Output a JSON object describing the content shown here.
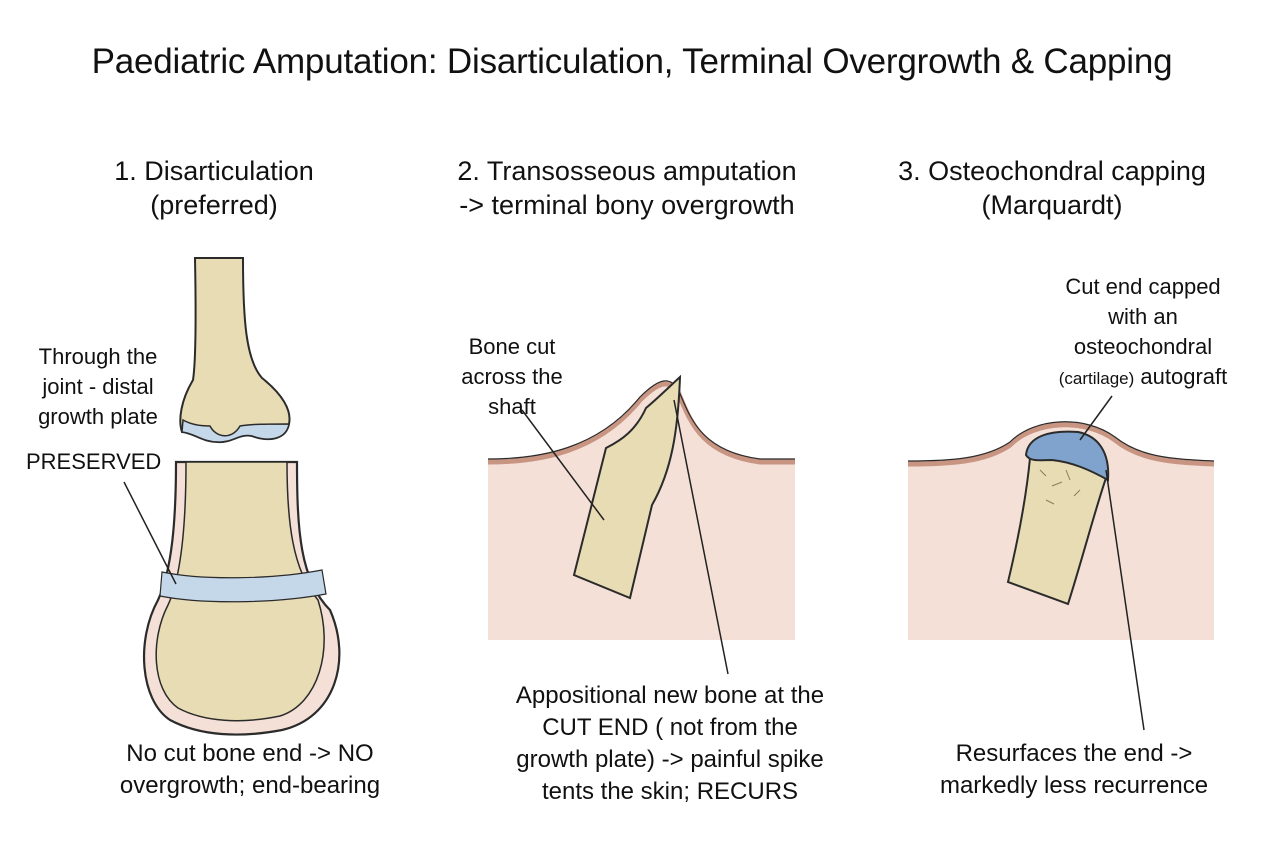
{
  "title": "Paediatric Amputation: Disarticulation, Terminal Overgrowth & Capping",
  "colors": {
    "bone": "#e8dcb5",
    "bone_outline": "#2b2b2b",
    "growth_plate": "#c5d8ea",
    "cartilage_cap": "#7fa3cc",
    "soft_tissue": "#f4e0d7",
    "skin_line": "#c99583"
  },
  "panels": [
    {
      "heading_line1": "1. Disarticulation",
      "heading_line2": "(preferred)",
      "label_lines": [
        "Through the",
        "joint - distal",
        "growth plate"
      ],
      "label_emphasis": "PRESERVED",
      "caption_lines": [
        "No cut bone end -> NO",
        "overgrowth; end-bearing"
      ]
    },
    {
      "heading_line1": "2. Transosseous amputation",
      "heading_line2": "-> terminal bony overgrowth",
      "label_lines": [
        "Bone cut",
        "across the",
        "shaft"
      ],
      "caption_lines": [
        "Appositional new bone at the",
        "CUT END ( not from the",
        "growth plate) -> painful spike",
        "tents the skin; RECURS"
      ]
    },
    {
      "heading_line1": "3. Osteochondral capping",
      "heading_line2": "(Marquardt)",
      "label_lines": [
        "Cut end capped",
        "with an",
        "osteochondral"
      ],
      "label_small": "(cartilage)",
      "label_after_small": " autograft",
      "caption_lines": [
        "Resurfaces the end ->",
        "markedly less recurrence"
      ]
    }
  ]
}
